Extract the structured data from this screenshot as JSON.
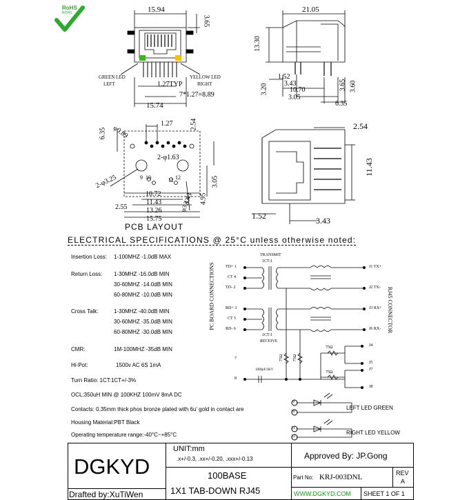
{
  "rohs": {
    "title": "RoHS",
    "sub": "ROHS"
  },
  "dims": {
    "front_top_width": "15.94",
    "front_top_height": "3.65",
    "green_led": "GREEN LED",
    "left": "LEFT",
    "yellow_led": "YELLOW LED",
    "right": "RIGHT",
    "pitch": "1.27TYP",
    "pitch_total": "7*1.27=8.89",
    "front_bottom_width": "15.74",
    "side_width": "21.05",
    "side_height": "13.30",
    "side_1_52": "1.52",
    "side_3_43": "3.43",
    "side_3_20": "3.20",
    "side_10_70": "10.70",
    "side_3_05": "3.05",
    "side_3_65": "3.65",
    "side_3_60": "3.60",
    "side_6_35": "6.35",
    "pcb_1_27": "1.27",
    "pcb_2_54": "2.54",
    "pcb_6_35": "6.35",
    "pcb_0_89": "φ0.89",
    "pcb_2_163": "2-φ1.63",
    "pcb_2_325": "2-φ3.25",
    "pcb_pin9": "9",
    "pcb_pin10": "10",
    "pcb_pin11": "11",
    "pcb_pin12": "12",
    "pcb_10_72": "10.72",
    "pcb_11_43": "11.43",
    "pcb_13_26": "13.26",
    "pcb_15_75": "15.75",
    "pcb_2_55": "2.55",
    "pcb_3_43": "3.43",
    "pcb_4_95": "4.95",
    "pcb_3_05": "3.05",
    "pcb_hole_3_43": "φ3.43",
    "pcb_layout": "PCB LAYOUT",
    "bot_2_54": "2.54",
    "bot_11_43": "11.43",
    "bot_1_52": "1.52",
    "bot_3_43": "3.43"
  },
  "specs_title": "ELECTRICAL SPECIFICATIONS @ 25°C unless otherwise noted:",
  "specs": {
    "insertion": {
      "label": "Insertion Loss:",
      "value": "1-100MHZ  -1.0dB MAX"
    },
    "return": {
      "label": "Return Loss:",
      "rows": [
        "1-30MHZ   -16.0dB MIN",
        "30-60MHZ -14.0dB MIN",
        "60-80MHZ -10.0dB MIN"
      ]
    },
    "cross": {
      "label": "Cross Talk:",
      "rows": [
        "1-30MHZ   -40.0dB MIN",
        "30-60MHZ -35.0dB MIN",
        "60-80MHZ -30.0dB MIN"
      ]
    },
    "cmr": {
      "label": "CMR:",
      "value": "1M-100MHZ  -35dB MIN"
    },
    "hipot": {
      "label": "Hi-Pot:",
      "value": "1500v AC 6S 1mA"
    },
    "turn": "Turn Ratio: 1CT:1CT+/-3%",
    "ocl": "OCL:350uH MIN @ 100KHZ 100mV 8mA DC",
    "contacts": "Contacts: 0.35mm thick phos bronze plated with 6u' gold in contact are",
    "housing": "Housing Material:PBT Black",
    "temp": "Operating temperature range:-40°C~+85°C"
  },
  "schematic": {
    "pc_board": "PC BOARD CONNECTIONS",
    "rj45": "RJ45 CONNECTOR",
    "transmit": "TRANSMIT",
    "ratio_tx": "1CT:1",
    "ratio_rx": "1CT:1",
    "receive": "RECEIVE",
    "td_plus": "TD+ 1",
    "ct4": "CT 4",
    "td_minus": "TD- 2",
    "rd_plus": "RD+ 3",
    "ct5": "CT 5",
    "rd_minus": "RD- 6",
    "pin7": "7",
    "pin8": "8",
    "j1": "J1 TX+",
    "j2": "J2 TX-",
    "j3": "J3 RX+",
    "j6": "J6 RX-",
    "j4": "J4",
    "j5": "J5",
    "j7": "J7",
    "j8": "J8",
    "r75": "75Ω",
    "cap": "1000pF/2KV",
    "led9": "9",
    "led10": "10",
    "led11": "11",
    "led12": "12",
    "left_led": "LEFT LED GREEN",
    "right_led": "RIGHT LED YELLOW"
  },
  "title_block": {
    "company": "DGKYD",
    "unit": "UNIT:mm",
    "tolerance": ".x+/-0.3, .xx+/-0.20, .xxx+/-0.13",
    "approved": "Approved By: JP.Gong",
    "product_line1": "100BASE",
    "product_line2": "1X1 TAB-DOWN RJ45",
    "part_label": "Part No:",
    "part_no": "KRJ-003DNL",
    "rev_label": "REV",
    "rev": "A",
    "drafted": "Drafted by:XuTiWen",
    "website": "WWW.DGKYD.COM",
    "sheet": "SHEET 1 OF 1",
    "website_color": "#1a9a1a"
  },
  "colors": {
    "led_green": "#3cb520",
    "led_yellow": "#f2c200",
    "rohs_green": "#2eaa2e"
  }
}
